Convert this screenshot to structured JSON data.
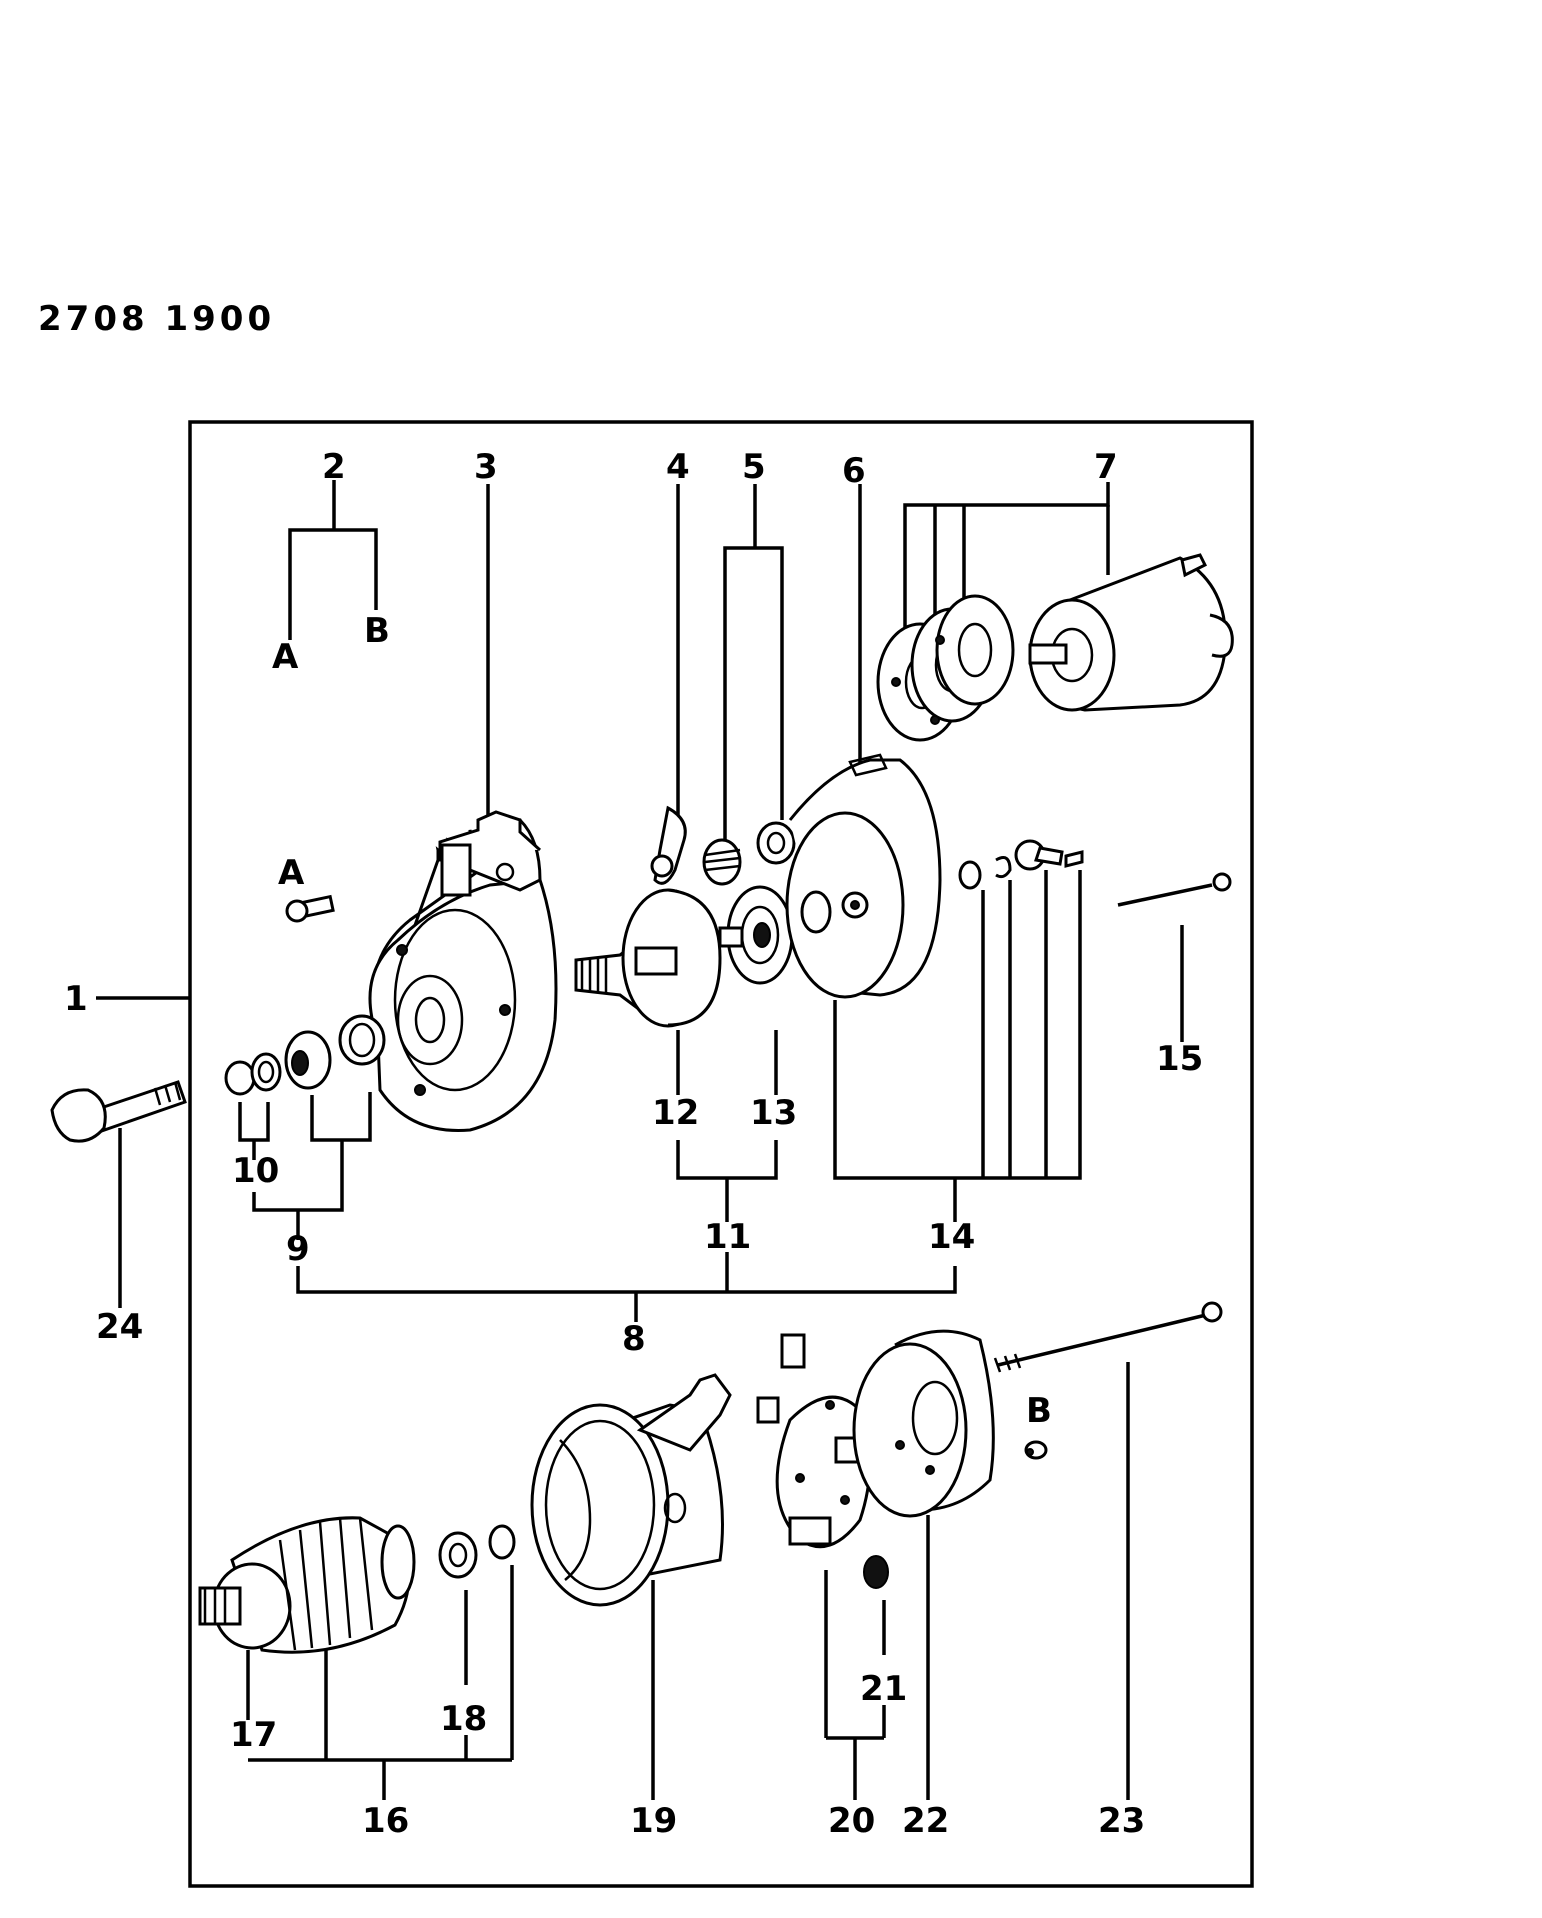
{
  "diagram": {
    "code": "2708 1900",
    "labels": {
      "1": "1",
      "2": "2",
      "3": "3",
      "4": "4",
      "5": "5",
      "6": "6",
      "7": "7",
      "8": "8",
      "9": "9",
      "10": "10",
      "11": "11",
      "12": "12",
      "13": "13",
      "14": "14",
      "15": "15",
      "16": "16",
      "17": "17",
      "18": "18",
      "19": "19",
      "20": "20",
      "21": "21",
      "22": "22",
      "23": "23",
      "24": "24"
    },
    "letters": {
      "legend_a": "A",
      "legend_b": "B",
      "callout_a": "A",
      "callout_b": "B"
    }
  }
}
